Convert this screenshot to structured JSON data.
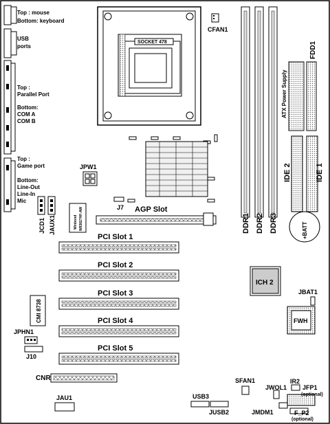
{
  "io": {
    "ps2_top": "Top : mouse",
    "ps2_bottom": "Bottom: keyboard",
    "usb_1": "USB",
    "usb_2": "ports",
    "par_top_1": "Top :",
    "par_top_2": "Parallel Port",
    "par_bottom_1": "Bottom:",
    "par_bottom_2": "COM A",
    "par_bottom_3": "COM B",
    "audio_top_1": "Top :",
    "audio_top_2": "Game port",
    "audio_bottom_1": "Bottom:",
    "audio_bottom_2": "Line-Out",
    "audio_bottom_3": "Line-In",
    "audio_bottom_4": "Mic"
  },
  "labels": {
    "socket": "SOCKET 478",
    "cfan": "CFAN1",
    "fdd": "FDD1",
    "atx": "ATX Power Supply",
    "ide2": "IDE 2",
    "ide1": "IDE 1",
    "ddr1": "DDR1",
    "ddr2": "DDR2",
    "ddr3": "DDR3",
    "batt": "+BATT",
    "jpw": "JPW1",
    "j7": "J7",
    "agp": "AGP Slot",
    "jcd": "JCD1",
    "jaux": "JAUX1",
    "winbond_1": "Winbond",
    "winbond_2": "W83627HF-AW",
    "pci1": "PCI Slot 1",
    "pci2": "PCI Slot 2",
    "pci3": "PCI Slot 3",
    "pci4": "PCI Slot 4",
    "pci5": "PCI Slot 5",
    "ich": "ICH 2",
    "jbat": "JBAT1",
    "fwh": "FWH",
    "cmi": "CMI 8738",
    "jphn": "JPHN1",
    "j10": "J10",
    "cnr": "CNR",
    "sfan": "SFAN1",
    "jwol": "JWOL1",
    "ir2": "IR2",
    "jfp1": "JFP1",
    "jfp1_opt": "(optional)",
    "jau": "JAU1",
    "usb3": "USB3",
    "jusb2": "JUSB2",
    "jmdm": "JMDM1",
    "fp2": "F_P2",
    "fp2_opt": "(optional)"
  }
}
